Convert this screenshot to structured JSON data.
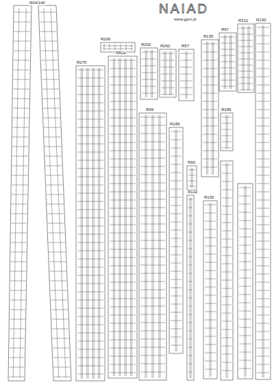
{
  "diagram": {
    "title": "NAIAD",
    "labels": [
      "www.gpm.pl",
      "R04/140",
      "R266",
      "R270",
      "R82a",
      "R262",
      "R260",
      "R57",
      "R135",
      "R97",
      "R312",
      "R130",
      "R99",
      "R189",
      "R189",
      "R90",
      "R132",
      "R130"
    ]
  }
}
